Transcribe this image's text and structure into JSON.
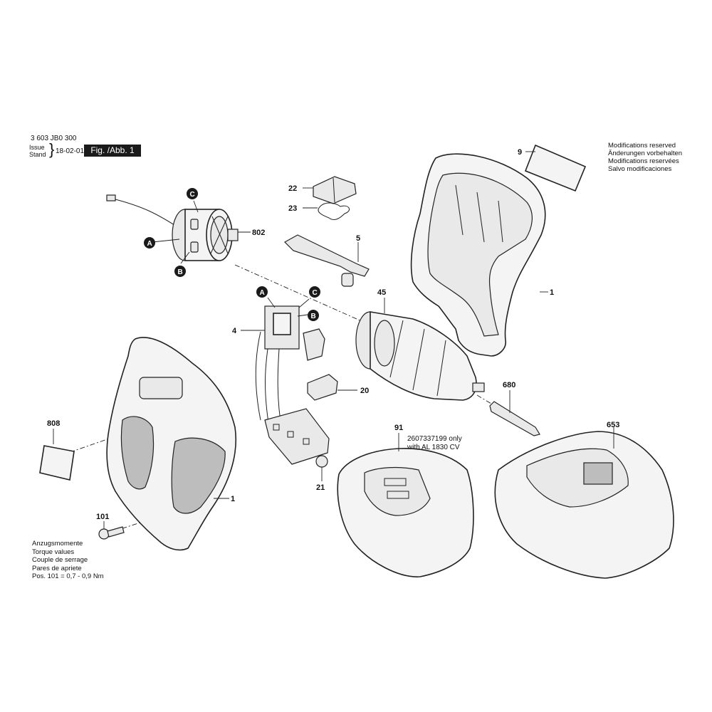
{
  "header": {
    "part_number": "3 603 JB0 300",
    "issue_label": "Issue",
    "stand_label": "Stand",
    "issue_date": "18-02-01",
    "figure_label": "Fig. /Abb. 1"
  },
  "modifications_note": [
    "Modifications reserved",
    "Änderungen vorbehalten",
    "Modifications reservées",
    "Salvo modificaciones"
  ],
  "torque_note": [
    "Anzugsmomente",
    "Torque values",
    "Couple de serrage",
    "Pares de apriete",
    "Pos. 101  =  0,7  -  0,9 Nm"
  ],
  "battery_note": [
    "2607337199 only",
    "with AL 1830 CV"
  ],
  "part_labels": {
    "p9": "9",
    "p22": "22",
    "p23": "23",
    "p5": "5",
    "p802": "802",
    "p1_top": "1",
    "p45": "45",
    "p4": "4",
    "p20": "20",
    "p680": "680",
    "p808": "808",
    "p91": "91",
    "p653": "653",
    "p21": "21",
    "p1_bottom": "1",
    "p101": "101"
  },
  "connector_letters": {
    "a": "A",
    "b": "B",
    "c": "C"
  }
}
